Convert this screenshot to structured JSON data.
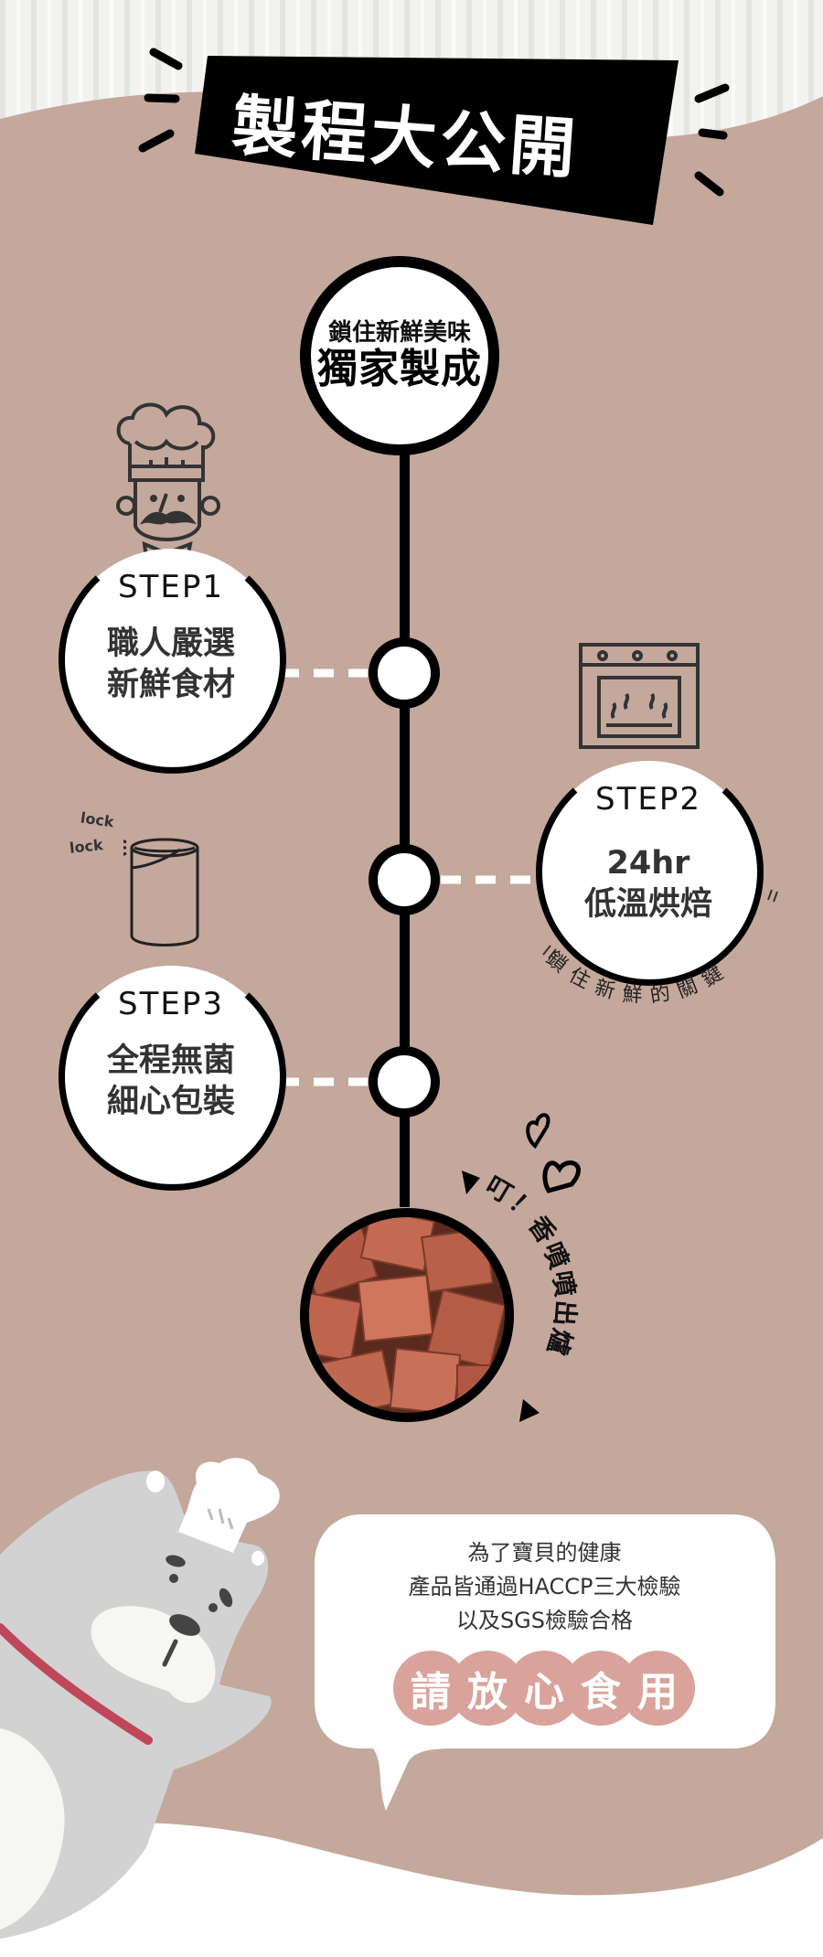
{
  "header": {
    "title": "製程大公開"
  },
  "hero": {
    "subtitle": "鎖住新鮮美味",
    "title": "獨家製成"
  },
  "steps": [
    {
      "label": "STEP1",
      "line1": "職人嚴選",
      "line2": "新鮮食材",
      "icon": "chef-icon"
    },
    {
      "label": "STEP2",
      "line1": "24hr",
      "line2": "低溫烘焙",
      "icon": "oven-icon",
      "caption": "鎖住新鮮的關鍵"
    },
    {
      "label": "STEP3",
      "line1": "全程無菌",
      "line2": "細心包裝",
      "icon": "sealed-can-icon",
      "icon_labels": [
        "lock",
        "lock"
      ]
    }
  ],
  "result": {
    "caption": "叮！香噴噴出爐",
    "image": "diced-meat-treats"
  },
  "bubble": {
    "line1": "為了寶貝的健康",
    "line2": "產品皆通過HACCP三大檢驗",
    "line3": "以及SGS檢驗合格",
    "highlight": [
      "請",
      "放",
      "心",
      "食",
      "用"
    ]
  },
  "colors": {
    "background": "#c4a89c",
    "accent_pink": "#d9a39b",
    "line": "#000000",
    "dog_gray": "#d2d2d2",
    "collar": "#c0475a"
  }
}
